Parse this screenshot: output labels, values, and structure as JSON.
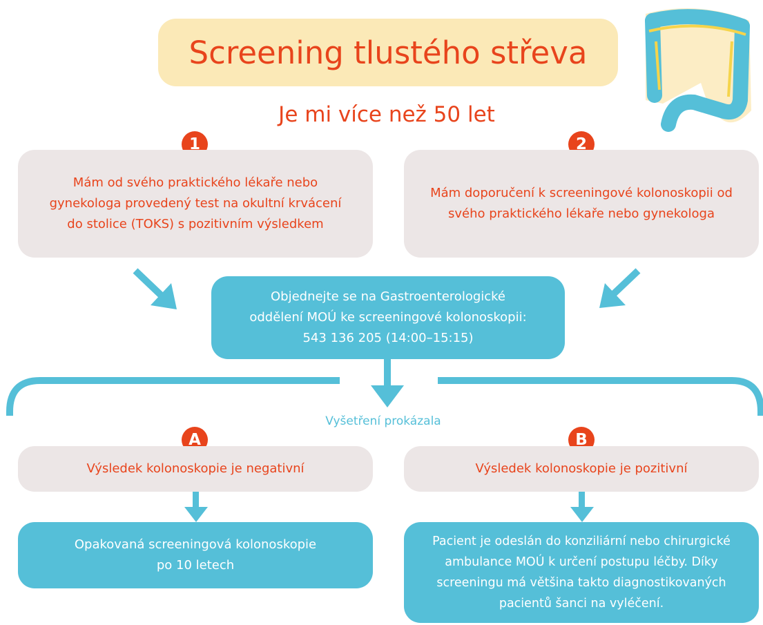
{
  "title": "Screening tlustého střeva",
  "subtitle": "Je mi více než 50 let",
  "steps": [
    {
      "badge": "1",
      "text": "Mám od svého praktického lékaře nebo gynekologa provedený test na okultní krvácení do stolice (TOKS) s pozitivním výsledkem"
    },
    {
      "badge": "2",
      "text": "Mám doporučení k screeningové kolonoskopii od svého praktického lékaře nebo gynekologa"
    }
  ],
  "booking": {
    "line1": "Objednejte se na Gastroenterologické",
    "line2": "oddělení MOÚ ke screeningové kolonoskopii:",
    "line3": "543 136 205 (14:00–15:15)"
  },
  "results_label": "Vyšetření prokázala",
  "outcomes": [
    {
      "badge": "A",
      "result": "Výsledek kolonoskopie je negativní",
      "action": "Opakovaná screeningová kolonoskopie po 10 letech"
    },
    {
      "badge": "B",
      "result": "Výsledek kolonoskopie je pozitivní",
      "action": "Pacient je odeslán do konziliární nebo chirurgické ambulance MOÚ k určení postupu léčby. Díky screeningu má většina takto diagnostikovaných pacientů šanci na vyléčení."
    }
  ],
  "colors": {
    "accent": "#e8441c",
    "blue": "#55bfd8",
    "pink": "#ece6e6",
    "yellow": "#fbe9b7"
  },
  "illustration": "colon-illustration"
}
